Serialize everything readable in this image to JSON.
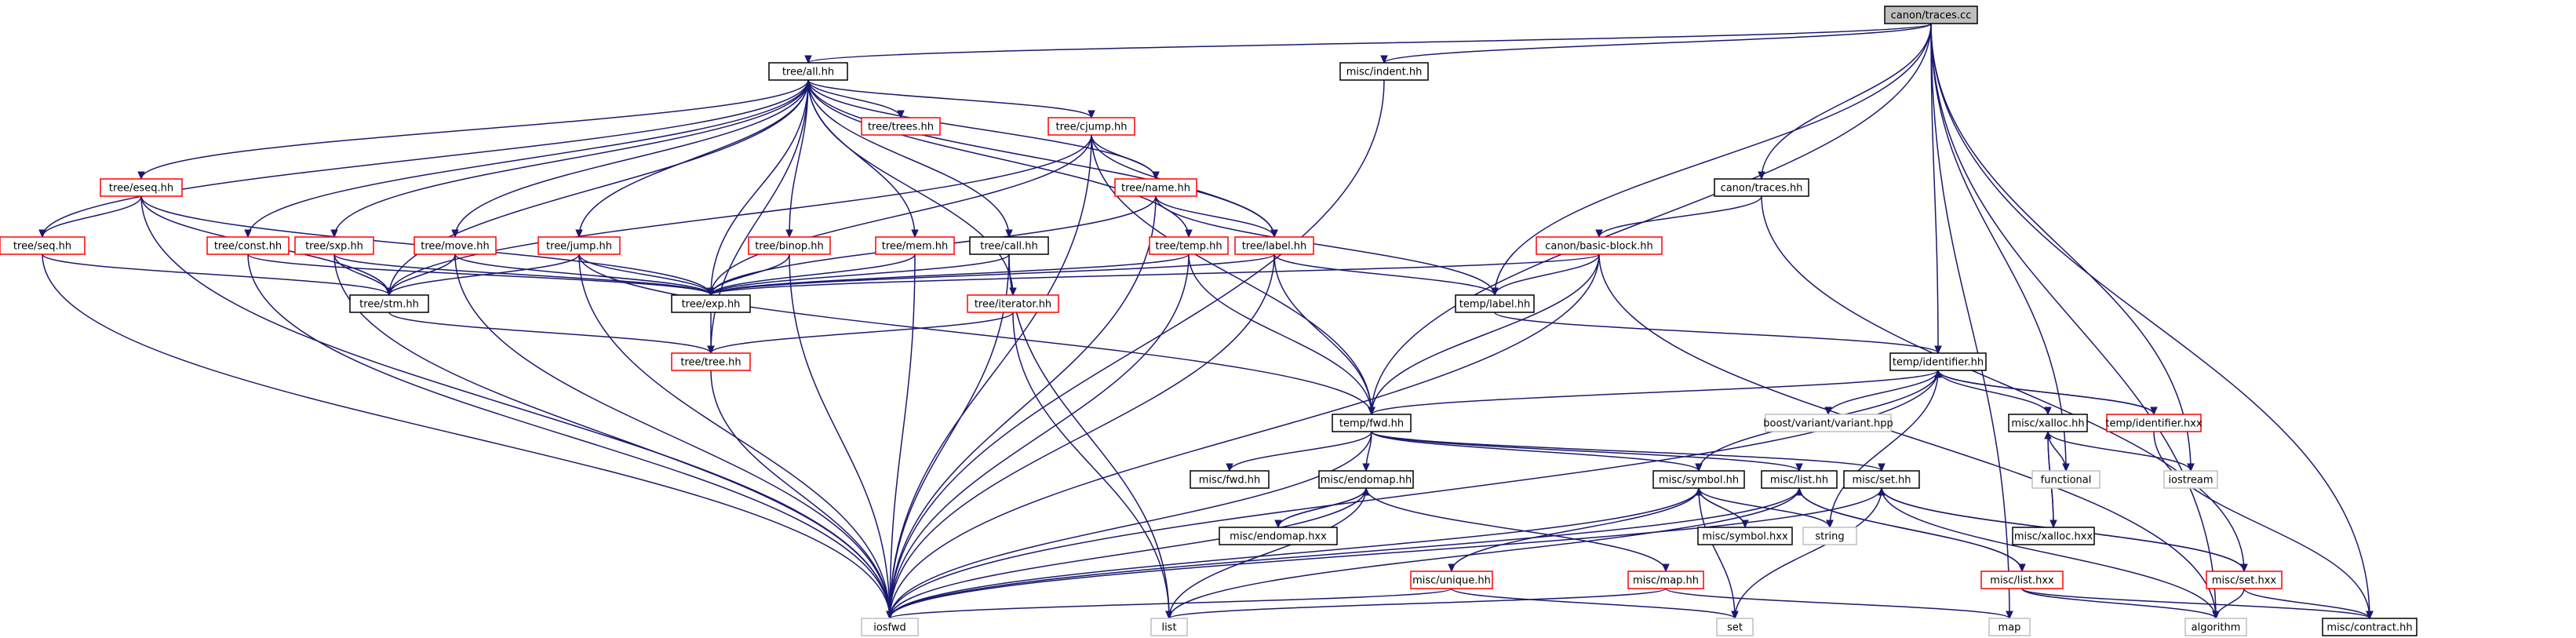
{
  "colors": {
    "edge": "#191970",
    "root_fill": "#bfbfbf",
    "text": "#000000",
    "red_border": "#ff0000",
    "black_border": "#000000",
    "gray_border": "#bfbfbf",
    "gray_text": "#000000"
  },
  "nodes": {
    "n0": "canon/traces.cc",
    "n1": "tree/all.hh",
    "n2": "misc/indent.hh",
    "n3": "canon/traces.hh",
    "n4": "tree/trees.hh",
    "n5": "tree/cjump.hh",
    "n6": "tree/eseq.hh",
    "n7": "tree/name.hh",
    "n8": "tree/seq.hh",
    "n9": "tree/const.hh",
    "n10": "tree/sxp.hh",
    "n11": "tree/move.hh",
    "n12": "tree/jump.hh",
    "n13": "tree/binop.hh",
    "n14": "tree/mem.hh",
    "n15": "tree/call.hh",
    "n16": "tree/temp.hh",
    "n17": "tree/label.hh",
    "n18": "canon/basic-block.hh",
    "n19": "tree/stm.hh",
    "n20": "tree/exp.hh",
    "n21": "tree/iterator.hh",
    "n22": "temp/label.hh",
    "n23": "tree/tree.hh",
    "n24": "temp/identifier.hh",
    "n25": "temp/fwd.hh",
    "n26": "boost/variant/variant.hpp",
    "n27": "misc/xalloc.hh",
    "n28": "temp/identifier.hxx",
    "n29": "misc/fwd.hh",
    "n30": "misc/endomap.hh",
    "n31": "misc/symbol.hh",
    "n32": "misc/list.hh",
    "n33": "misc/set.hh",
    "n34": "functional",
    "n35": "iostream",
    "n36": "misc/xalloc.hxx",
    "n37": "misc/endomap.hxx",
    "n38": "misc/unique.hh",
    "n39": "misc/map.hh",
    "n40": "misc/symbol.hxx",
    "n41": "string",
    "n42": "misc/list.hxx",
    "n43": "misc/set.hxx",
    "n44": "iosfwd",
    "n45": "list",
    "n46": "set",
    "n47": "map",
    "n48": "algorithm",
    "n49": "misc/contract.hh"
  }
}
